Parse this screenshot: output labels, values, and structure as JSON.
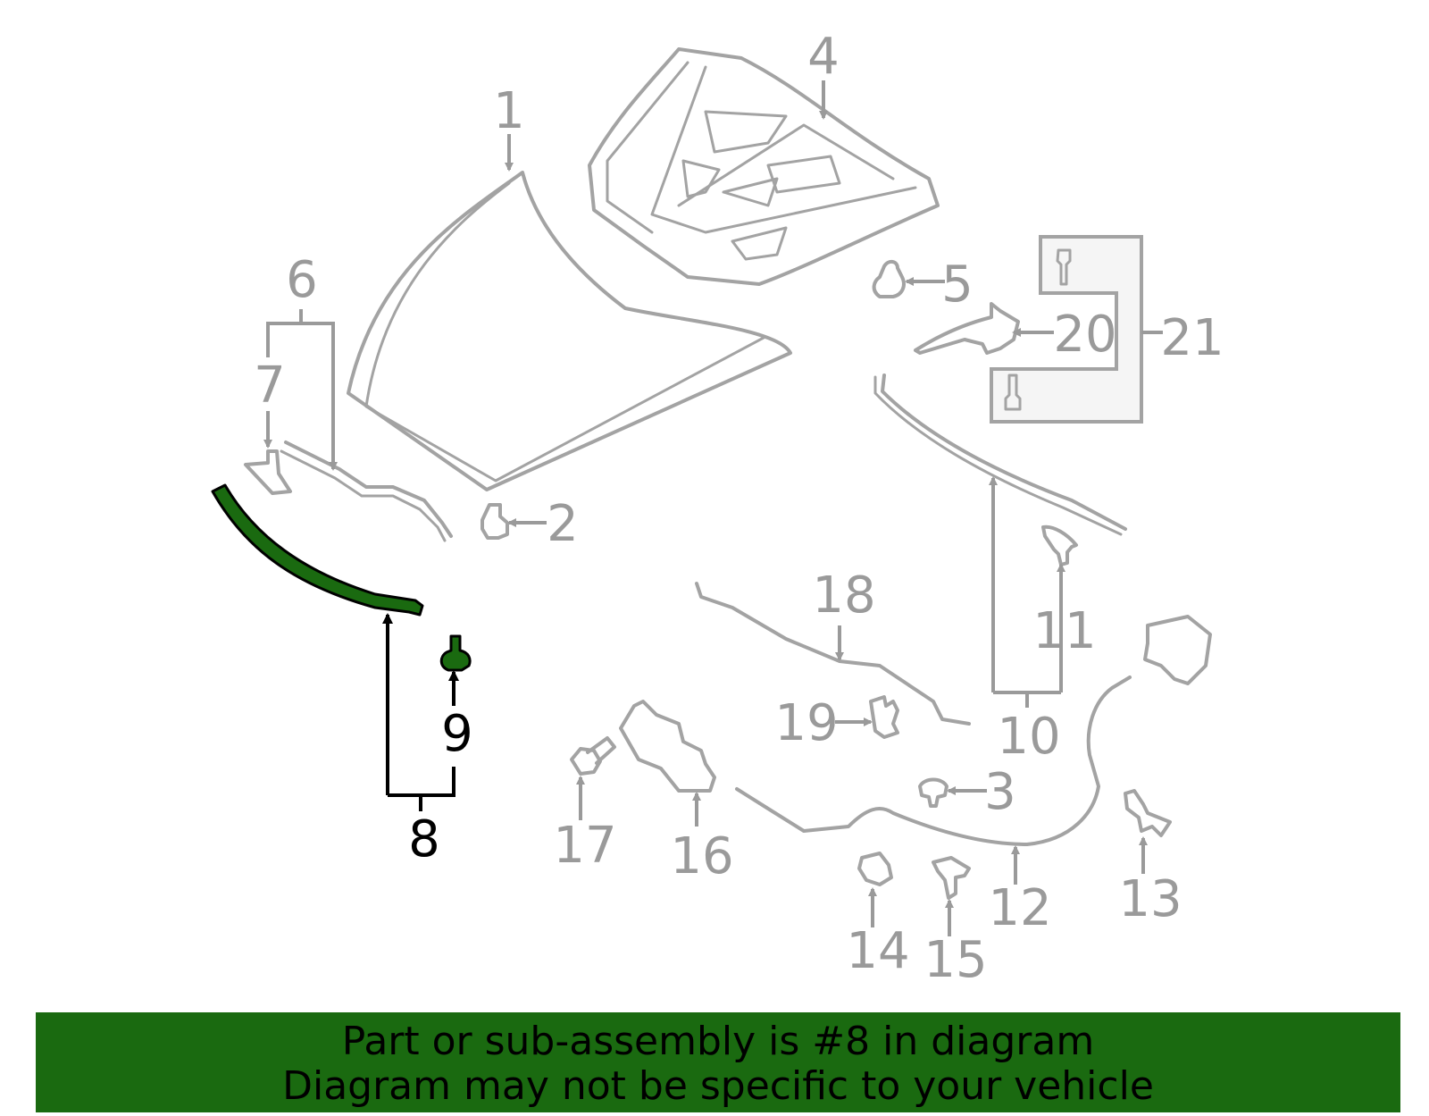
{
  "diagram": {
    "highlight_color": "#1a6a10",
    "part_color": "#a3a3a3",
    "callouts": {
      "c1": "1",
      "c2": "2",
      "c3": "3",
      "c4": "4",
      "c5": "5",
      "c6": "6",
      "c7": "7",
      "c8": "8",
      "c9": "9",
      "c10": "10",
      "c11": "11",
      "c12": "12",
      "c13": "13",
      "c14": "14",
      "c15": "15",
      "c16": "16",
      "c17": "17",
      "c18": "18",
      "c19": "19",
      "c20": "20",
      "c21": "21"
    },
    "highlighted_parts": [
      "8",
      "9"
    ]
  },
  "banner": {
    "line1": "Part or sub-assembly is #8 in diagram",
    "line2": "Diagram may not be specific to your vehicle",
    "background": "#1a6a10"
  }
}
